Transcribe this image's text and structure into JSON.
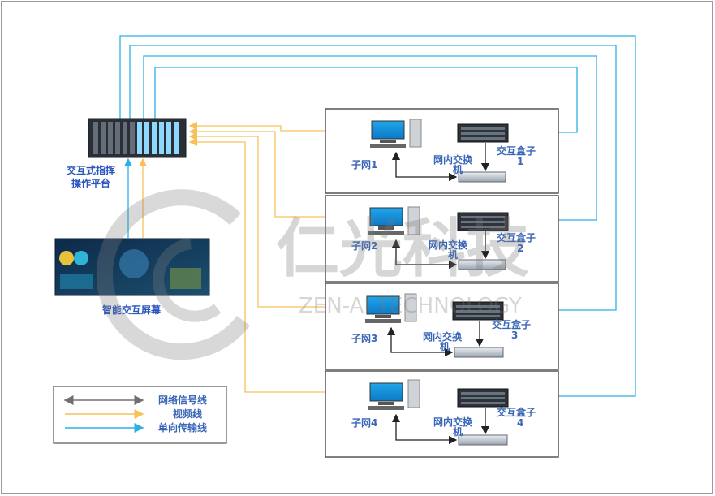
{
  "command_platform": {
    "label_line1": "交互式指挥",
    "label_line2": "操作平台"
  },
  "smart_screen": {
    "label": "智能交互屏幕"
  },
  "subnets": [
    {
      "pc_label": "子网1",
      "switch_label_line1": "网内交换",
      "switch_label_line2": "机",
      "box_label_line1": "交互盒子",
      "box_label_line2": "1"
    },
    {
      "pc_label": "子网2",
      "switch_label_line1": "网内交换",
      "switch_label_line2": "机",
      "box_label_line1": "交互盒子",
      "box_label_line2": "2"
    },
    {
      "pc_label": "子网3",
      "switch_label_line1": "网内交换",
      "switch_label_line2": "机",
      "box_label_line1": "交互盒子",
      "box_label_line2": "3"
    },
    {
      "pc_label": "子网4",
      "switch_label_line1": "网内交换",
      "switch_label_line2": "机",
      "box_label_line1": "交互盒子",
      "box_label_line2": "4"
    }
  ],
  "legend": {
    "items": [
      {
        "label": "网络信号线",
        "color": "#707070"
      },
      {
        "label": "视频线",
        "color": "#f6c15a"
      },
      {
        "label": "单向传输线",
        "color": "#2bb0e6"
      }
    ]
  },
  "watermark": {
    "name": "仁光科技",
    "sub": "ZEN-AI TECHNOLOGY"
  },
  "colors": {
    "blue_line": "#2bb0e6",
    "yellow_line": "#f6c15a",
    "network_line": "#222222",
    "label": "#3a66b8"
  }
}
